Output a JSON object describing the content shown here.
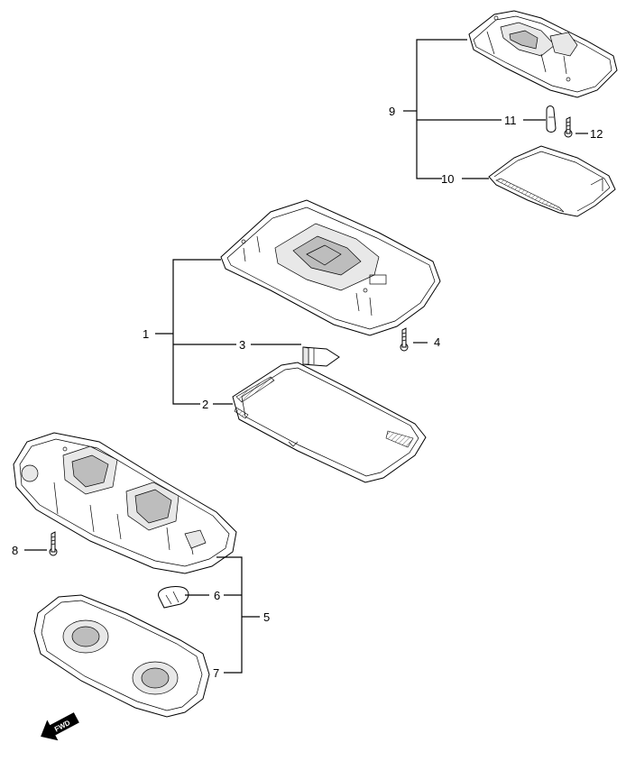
{
  "callouts": [
    {
      "id": "1",
      "text": "1"
    },
    {
      "id": "2",
      "text": "2"
    },
    {
      "id": "3",
      "text": "3"
    },
    {
      "id": "4",
      "text": "4"
    },
    {
      "id": "5",
      "text": "5"
    },
    {
      "id": "6",
      "text": "6"
    },
    {
      "id": "7",
      "text": "7"
    },
    {
      "id": "8",
      "text": "8"
    },
    {
      "id": "9",
      "text": "9"
    },
    {
      "id": "10",
      "text": "10"
    },
    {
      "id": "11",
      "text": "11"
    },
    {
      "id": "12",
      "text": "12"
    }
  ],
  "direction_marker": {
    "text": "FWD",
    "icon": "forward-arrow-icon"
  }
}
